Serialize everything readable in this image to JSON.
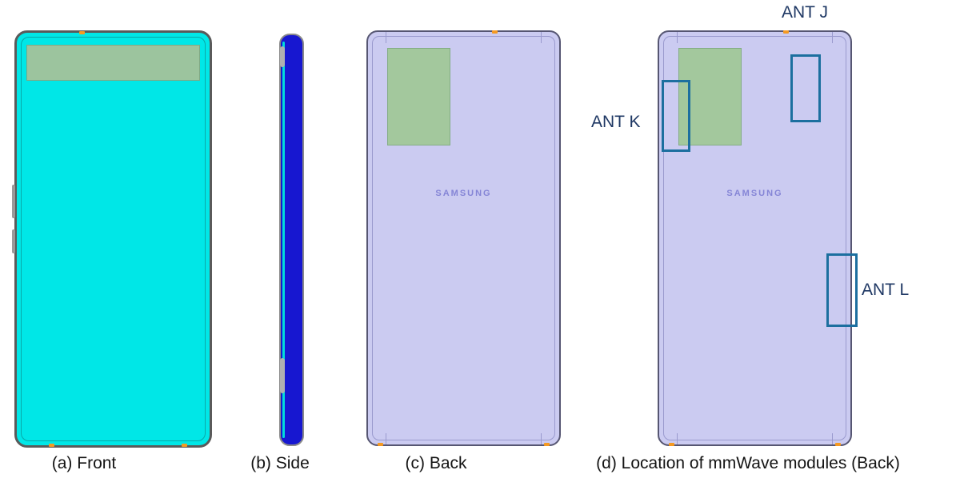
{
  "captions": {
    "front": "(a) Front",
    "side": "(b) Side",
    "back": "(c) Back",
    "mmwave": "(d) Location of mmWave modules (Back)"
  },
  "brand": {
    "logo": "SAMSUNG"
  },
  "antennas": {
    "j": "ANT J",
    "k": "ANT K",
    "l": "ANT L"
  },
  "colors": {
    "front_fill": "#00e7e7",
    "side_fill": "#1717d0",
    "back_fill": "#cbcbf1",
    "camera_region_fill": "#a3c89d",
    "antenna_outline": "#1c6f9f",
    "antenna_label_text": "#1f3864",
    "accent_marks": "#f59a23"
  }
}
